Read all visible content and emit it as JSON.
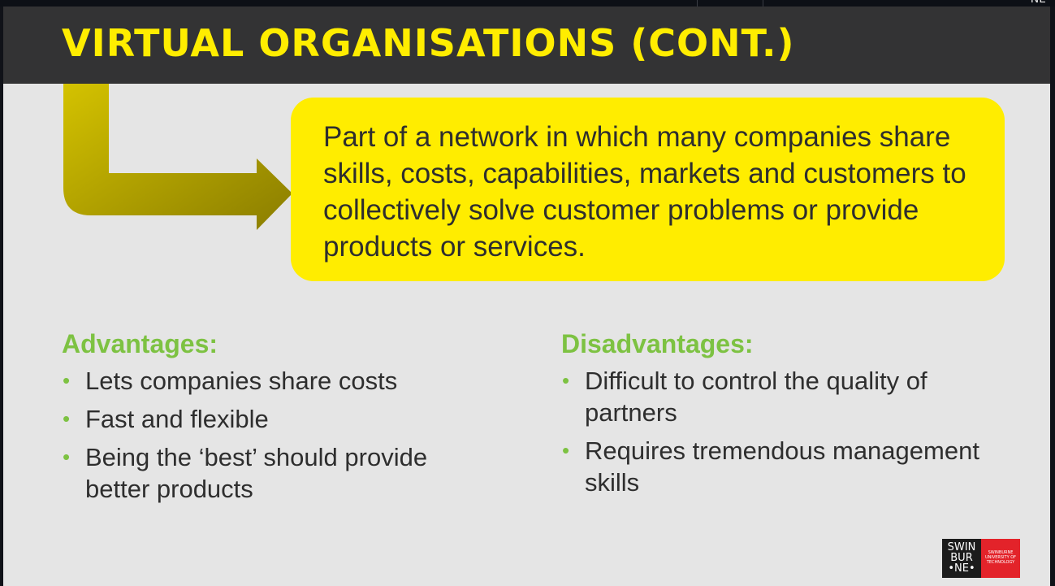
{
  "topbar": {
    "corner_text": "NL"
  },
  "slide": {
    "title": "VIRTUAL ORGANISATIONS (CONT.)",
    "definition": "Part of a network in which many companies share skills, costs, capabilities, markets and customers to collectively solve customer problems or provide products or services.",
    "advantages": {
      "heading": "Advantages:",
      "items": [
        "Lets companies share costs",
        "Fast and flexible",
        "Being the ‘best’ should provide better products"
      ]
    },
    "disadvantages": {
      "heading": "Disadvantages:",
      "items": [
        "Difficult to control the quality of partners",
        "Requires tremendous management skills"
      ]
    },
    "bullet_glyph": "•"
  },
  "logo": {
    "line1": "SWIN",
    "line2": "BUR",
    "line3": "•NE•",
    "tagline": "SWINBURNE UNIVERSITY OF TECHNOLOGY"
  },
  "colors": {
    "header_bg": "#333334",
    "title": "#ffed00",
    "callout": "#ffed00",
    "heading_green": "#7dc242",
    "slide_bg": "#e5e5e5",
    "logo_red": "#e3232a"
  },
  "icons": {
    "arrow": "bent-arrow-right-icon"
  }
}
